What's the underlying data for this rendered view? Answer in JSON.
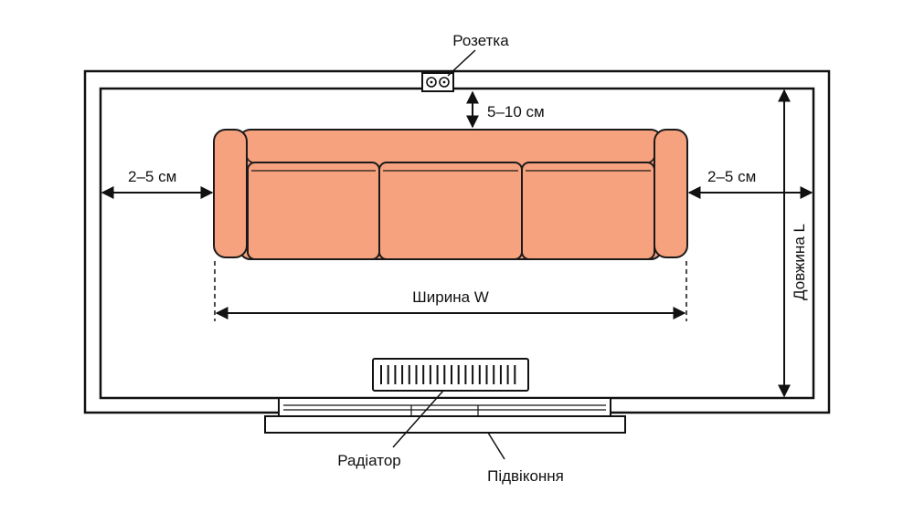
{
  "labels": {
    "socket": "Розетка",
    "top_gap": "5–10 см",
    "left_gap": "2–5 см",
    "right_gap": "2–5 см",
    "width": "Ширина W",
    "length": "Довжина L",
    "radiator": "Радіатор",
    "windowsill": "Підвіконня"
  },
  "colors": {
    "sofa_fill": "#F7A27E",
    "sofa_outline": "#1a1a1a",
    "line": "#111111",
    "background": "#ffffff"
  }
}
